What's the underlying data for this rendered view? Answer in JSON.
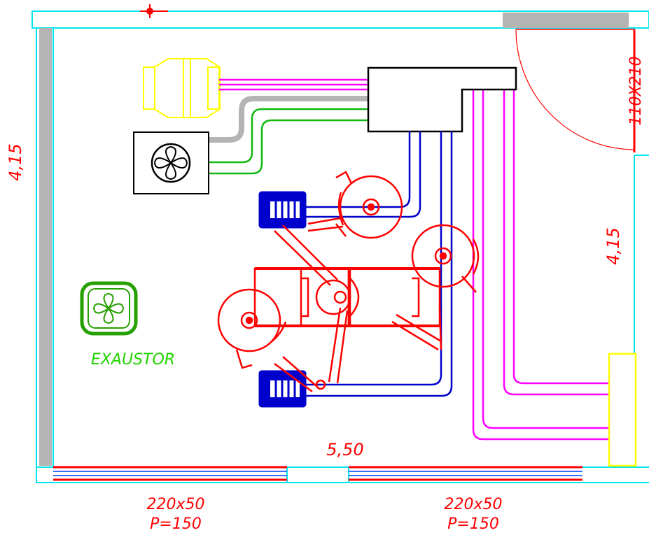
{
  "dimensions": {
    "left_height": "4,15",
    "right_height": "4,15",
    "width": "5,50",
    "door": "110X210"
  },
  "labels": {
    "exhaust": "EXAUSTOR"
  },
  "windows": [
    {
      "size": "220x50",
      "sill": "P=150"
    },
    {
      "size": "220x50",
      "sill": "P=150"
    }
  ],
  "colors": {
    "walls": "#00e5ee",
    "wall_fill": "#b4b4b4",
    "equipment": "#ff0000",
    "exhaust": "#26a000",
    "exhaust_text": "#22d400",
    "water_lines": "#0000cc",
    "vacuum_lines": "#ff00ff",
    "air_lines": "#10b810",
    "compressor_body": "#000000",
    "filter": "#ffff00",
    "door": "#ff0000"
  }
}
